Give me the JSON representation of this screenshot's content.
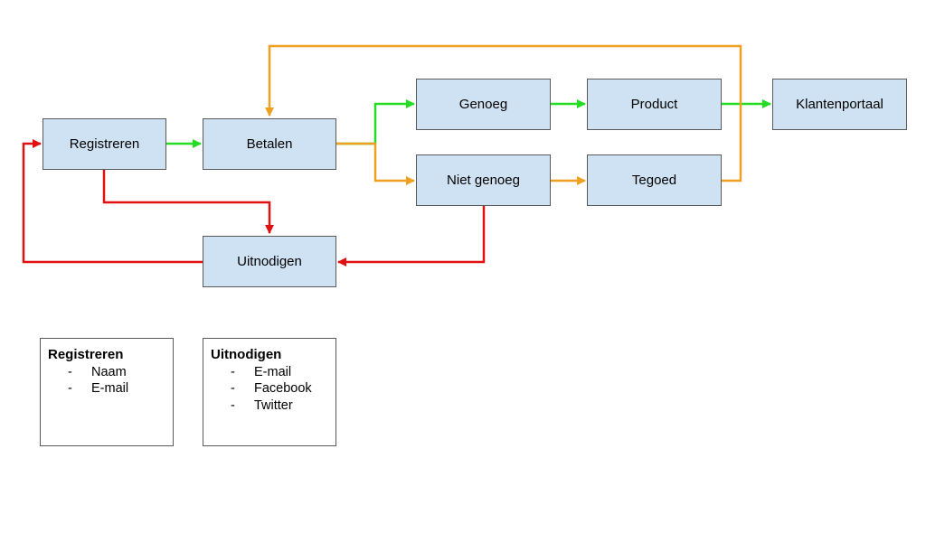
{
  "nodes": {
    "registreren": "Registreren",
    "betalen": "Betalen",
    "genoeg": "Genoeg",
    "niet_genoeg": "Niet genoeg",
    "product": "Product",
    "tegoed": "Tegoed",
    "klantenportaal": "Klantenportaal",
    "uitnodigen": "Uitnodigen"
  },
  "notes": {
    "registreren": {
      "title": "Registreren",
      "items": [
        "Naam",
        "E-mail"
      ]
    },
    "uitnodigen": {
      "title": "Uitnodigen",
      "items": [
        "E-mail",
        "Facebook",
        "Twitter"
      ]
    }
  },
  "bullet": "-",
  "colors": {
    "node_fill": "#cfe2f3",
    "node_border": "#595959",
    "arrow_green": "#22dd22",
    "arrow_orange": "#f0a020",
    "arrow_red": "#e01010"
  }
}
